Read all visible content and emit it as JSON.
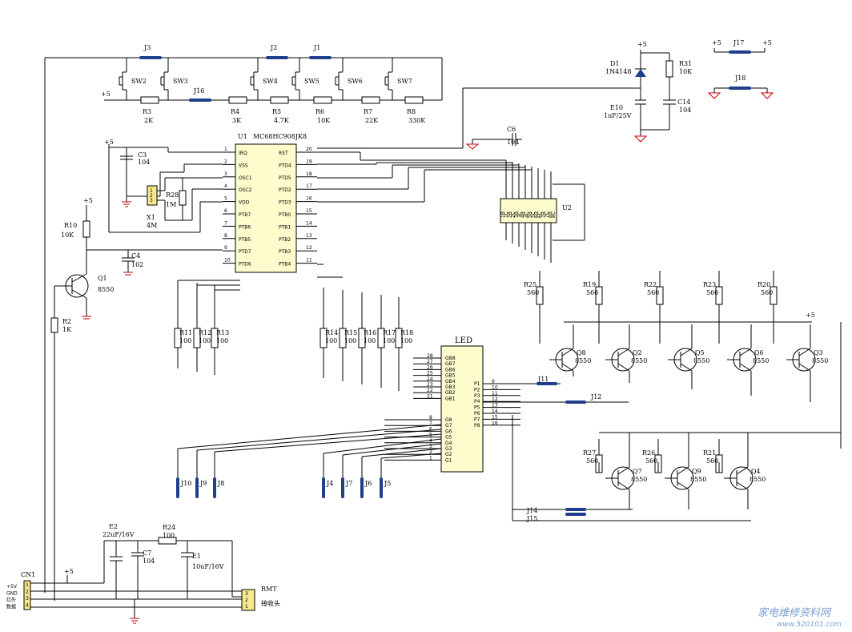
{
  "switches": [
    {
      "id": "SW2",
      "jumper": "J3",
      "resistor": "R3",
      "value": "2K"
    },
    {
      "id": "SW3",
      "jumper": "J16",
      "resistor": "",
      "value": ""
    },
    {
      "id": "SW4",
      "jumper": "J2",
      "resistor": "R4",
      "value": "3K"
    },
    {
      "id": "SW5",
      "jumper": "J1",
      "resistor": "R5",
      "value": "4.7K"
    },
    {
      "id": "SW6",
      "jumper": "",
      "resistor": "R6",
      "value": "10K"
    },
    {
      "id": "SW7",
      "jumper": "",
      "resistor": "R7",
      "value": "22K"
    },
    {
      "id": "",
      "jumper": "",
      "resistor": "R8",
      "value": "330K"
    }
  ],
  "mcu": {
    "ref": "U1",
    "part": "MC68HC908JK8",
    "left_pins": [
      {
        "n": "1",
        "name": "IRQ"
      },
      {
        "n": "2",
        "name": "VSS"
      },
      {
        "n": "3",
        "name": "OSC1"
      },
      {
        "n": "4",
        "name": "OSC2"
      },
      {
        "n": "5",
        "name": "VDD"
      },
      {
        "n": "6",
        "name": "PTB7"
      },
      {
        "n": "7",
        "name": "PTB6"
      },
      {
        "n": "8",
        "name": "PTB5"
      },
      {
        "n": "9",
        "name": "PTD7"
      },
      {
        "n": "10",
        "name": "PTD6"
      }
    ],
    "right_pins": [
      {
        "n": "20",
        "name": "RST"
      },
      {
        "n": "19",
        "name": "PTD4"
      },
      {
        "n": "18",
        "name": "PTD5"
      },
      {
        "n": "17",
        "name": "PTD2"
      },
      {
        "n": "16",
        "name": "PTD3"
      },
      {
        "n": "15",
        "name": "PTB0"
      },
      {
        "n": "14",
        "name": "PTB1"
      },
      {
        "n": "13",
        "name": "PTB2"
      },
      {
        "n": "12",
        "name": "PTB3"
      },
      {
        "n": "11",
        "name": "PTB4"
      }
    ]
  },
  "parts": {
    "c3": "C3",
    "c3v": "104",
    "r28": "R28",
    "r28v": "1M",
    "x1": "X1",
    "x1v": "4M",
    "r10": "R10",
    "r10v": "10K",
    "q1": "Q1",
    "q1v": "8550",
    "c4": "C4",
    "c4v": "102",
    "r2": "R2",
    "r2v": "1K",
    "d1": "D1",
    "d1v": "1N4148",
    "r31": "R31",
    "r31v": "10K",
    "e10": "E10",
    "e10v": "1uF/25V",
    "c14": "C14",
    "c14v": "104",
    "j17": "J17",
    "j18": "J18",
    "c6": "C6",
    "c6v": "104",
    "u2": "U2",
    "led": "LED",
    "e2": "E2",
    "e2v": "22uF/16V",
    "c7": "C7",
    "c7v": "104",
    "r24": "R24",
    "r24v": "100",
    "e1": "E1",
    "e1v": "10uF/16V",
    "cn1": "CN1",
    "rmt": "RMT",
    "rmt_sub": "接收头",
    "j11": "J11",
    "j12": "J12",
    "j14": "J14",
    "j15": "J15"
  },
  "u2_pins": [
    "1B",
    "1C",
    "2B",
    "2C",
    "3B",
    "3C",
    "4B",
    "4C",
    "5B",
    "5C",
    "6B",
    "6C",
    "7B",
    "7C",
    "8B",
    "8C"
  ],
  "seg_resistors": [
    {
      "ref": "R11",
      "value": "100"
    },
    {
      "ref": "R12",
      "value": "100"
    },
    {
      "ref": "R13",
      "value": "100"
    },
    {
      "ref": "R14",
      "value": "100"
    },
    {
      "ref": "R15",
      "value": "100"
    },
    {
      "ref": "R16",
      "value": "100"
    },
    {
      "ref": "R17",
      "value": "100"
    },
    {
      "ref": "R18",
      "value": "100"
    }
  ],
  "bottom_jumpers": [
    "J10",
    "J9",
    "J8",
    "J4",
    "J7",
    "J6",
    "J5"
  ],
  "top_transistors": [
    {
      "r": "R25",
      "rv": "560",
      "q": "Q8",
      "qv": "8550"
    },
    {
      "r": "R19",
      "rv": "560",
      "q": "Q2",
      "qv": "8550"
    },
    {
      "r": "R22",
      "rv": "560",
      "q": "Q5",
      "qv": "8550"
    },
    {
      "r": "R23",
      "rv": "560",
      "q": "Q6",
      "qv": "8550"
    },
    {
      "r": "R20",
      "rv": "560",
      "q": "Q3",
      "qv": "8550"
    }
  ],
  "bottom_transistors": [
    {
      "r": "R27",
      "rv": "560",
      "q": "Q7",
      "qv": "8550"
    },
    {
      "r": "R26",
      "rv": "560",
      "q": "Q9",
      "qv": "8550"
    },
    {
      "r": "R21",
      "rv": "560",
      "q": "Q4",
      "qv": "8550"
    }
  ],
  "led_left_top": [
    {
      "n": "28",
      "name": "GB8"
    },
    {
      "n": "27",
      "name": "GB7"
    },
    {
      "n": "26",
      "name": "GB6"
    },
    {
      "n": "25",
      "name": "GB5"
    },
    {
      "n": "24",
      "name": "GB4"
    },
    {
      "n": "23",
      "name": "GB3"
    },
    {
      "n": "22",
      "name": "GB2"
    },
    {
      "n": "21",
      "name": "GB1"
    }
  ],
  "led_left_bottom": [
    {
      "n": "8",
      "name": "G8"
    },
    {
      "n": "7",
      "name": "G7"
    },
    {
      "n": "6",
      "name": "G6"
    },
    {
      "n": "5",
      "name": "G5"
    },
    {
      "n": "4",
      "name": "G4"
    },
    {
      "n": "3",
      "name": "G3"
    },
    {
      "n": "2",
      "name": "G2"
    },
    {
      "n": "1",
      "name": "G1"
    }
  ],
  "led_right": [
    {
      "n": "9",
      "name": "P1"
    },
    {
      "n": "10",
      "name": "P2"
    },
    {
      "n": "11",
      "name": "P3"
    },
    {
      "n": "12",
      "name": "P4"
    },
    {
      "n": "13",
      "name": "P5"
    },
    {
      "n": "14",
      "name": "P6"
    },
    {
      "n": "15",
      "name": "P7"
    },
    {
      "n": "16",
      "name": "P8"
    }
  ],
  "cn1_pins": [
    "+5V",
    "GND",
    "红外",
    "数据"
  ],
  "watermark": "家电维修资料网",
  "watermark_url": "www.520101.com"
}
